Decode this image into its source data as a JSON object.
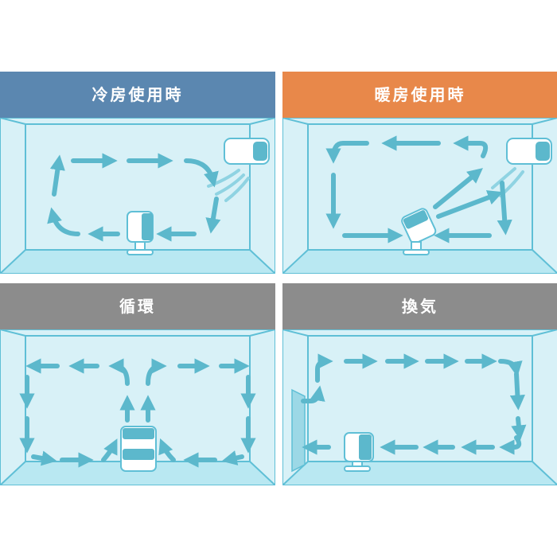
{
  "colors": {
    "cooling_header": "#5b87b0",
    "heating_header": "#e8884a",
    "neutral_header": "#8c8c8c",
    "room_wall": "#d8f1f7",
    "room_floor": "#b9e8f2",
    "room_outline": "#5fbfd6",
    "arrow": "#5cb8cc"
  },
  "panels": [
    {
      "id": "cooling",
      "title": "冷房使用時",
      "header_color": "#5b87b0"
    },
    {
      "id": "heating",
      "title": "暖房使用時",
      "header_color": "#e8884a"
    },
    {
      "id": "circulation",
      "title": "循環",
      "header_color": "#8c8c8c"
    },
    {
      "id": "ventilation",
      "title": "換気",
      "header_color": "#8c8c8c"
    }
  ]
}
